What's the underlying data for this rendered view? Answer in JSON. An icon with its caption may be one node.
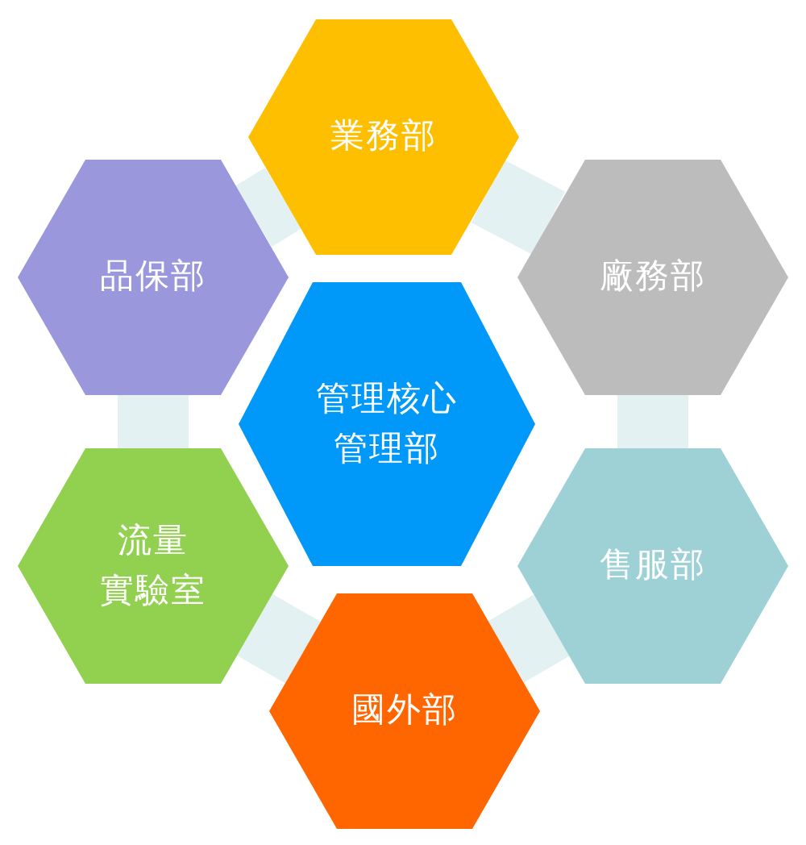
{
  "diagram": {
    "nodes": [
      {
        "text": [
          "業務部"
        ]
      },
      {
        "text": [
          "品保部"
        ]
      },
      {
        "text": [
          "廠務部"
        ]
      },
      {
        "text": [
          "管理核心",
          "管理部"
        ]
      },
      {
        "text": [
          "流量",
          "實驗室"
        ]
      },
      {
        "text": [
          "售服部"
        ]
      },
      {
        "text": [
          "國外部"
        ]
      }
    ],
    "edges": [
      {
        "from": 0,
        "to": 2,
        "arrow": "none"
      },
      {
        "from": 2,
        "to": 5,
        "arrow": "none"
      },
      {
        "from": 5,
        "to": 6,
        "arrow": "none"
      },
      {
        "from": 6,
        "to": 4,
        "arrow": "none"
      },
      {
        "from": 4,
        "to": 1,
        "arrow": "none"
      },
      {
        "from": 1,
        "to": 0,
        "arrow": "none"
      }
    ]
  }
}
